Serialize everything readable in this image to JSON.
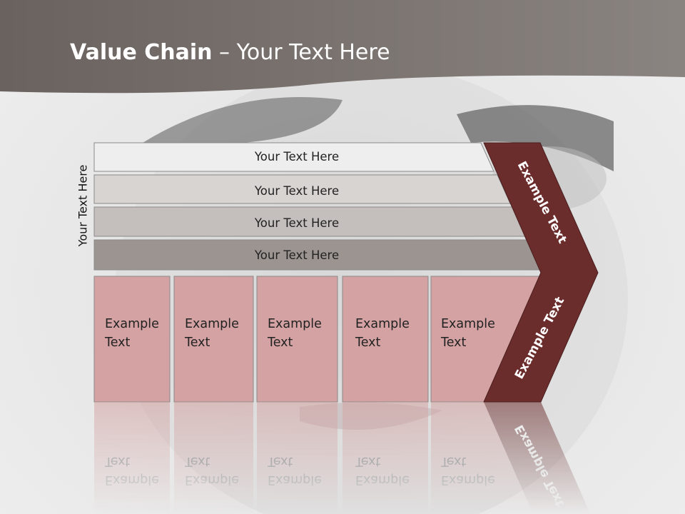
{
  "title": {
    "bold": "Value Chain",
    "rest": " – Your Text Here"
  },
  "side_label": "Your Text Here",
  "bars": [
    {
      "label": "Your Text Here"
    },
    {
      "label": "Your Text Here"
    },
    {
      "label": "Your Text Here"
    },
    {
      "label": "Your Text Here"
    }
  ],
  "cells": [
    {
      "line1": "Example",
      "line2": "Text"
    },
    {
      "line1": "Example",
      "line2": "Text"
    },
    {
      "line1": "Example",
      "line2": "Text"
    },
    {
      "line1": "Example",
      "line2": "Text"
    },
    {
      "line1": "Example",
      "line2": "Text"
    }
  ],
  "arrow": {
    "upper_label": "Example Text",
    "lower_label": "Example Text"
  },
  "colors": {
    "header": "#6f6763",
    "bar_fills": [
      "#eeeeee",
      "#d8d4d2",
      "#c4bfbc",
      "#9b9490"
    ],
    "cell_fill": "#d4a2a2",
    "arrow_fill": "#6b2c2c"
  }
}
